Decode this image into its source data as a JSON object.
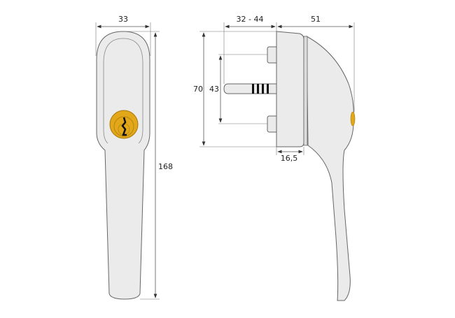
{
  "dimensions": {
    "front_width": "33",
    "front_height": "168",
    "spindle_length": "32 - 44",
    "side_depth": "51",
    "base_height": "70",
    "screw_spacing": "43",
    "base_thickness": "16,5"
  },
  "colors": {
    "body": "#ebebec",
    "cylinder": "#e3a81a",
    "outline": "#666666"
  }
}
